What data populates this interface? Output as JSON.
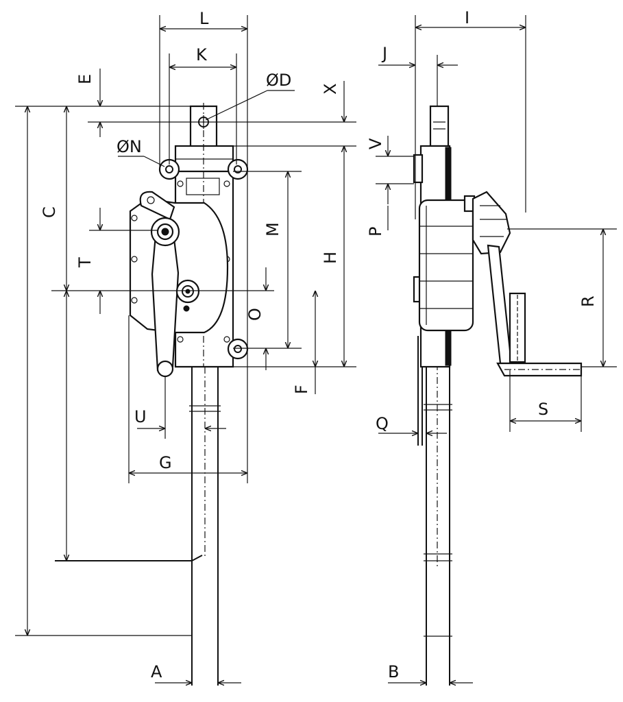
{
  "front_view": {
    "labels": {
      "L": "L",
      "K": "K",
      "E": "E",
      "D": "ØD",
      "N": "ØN",
      "C": "C",
      "T": "T",
      "M": "M",
      "H": "H",
      "X": "X",
      "O": "O",
      "F": "F",
      "U": "U",
      "G": "G",
      "A": "A"
    }
  },
  "side_view": {
    "labels": {
      "I": "I",
      "J": "J",
      "V": "V",
      "P": "P",
      "R": "R",
      "S": "S",
      "Q": "Q",
      "B": "B"
    }
  }
}
